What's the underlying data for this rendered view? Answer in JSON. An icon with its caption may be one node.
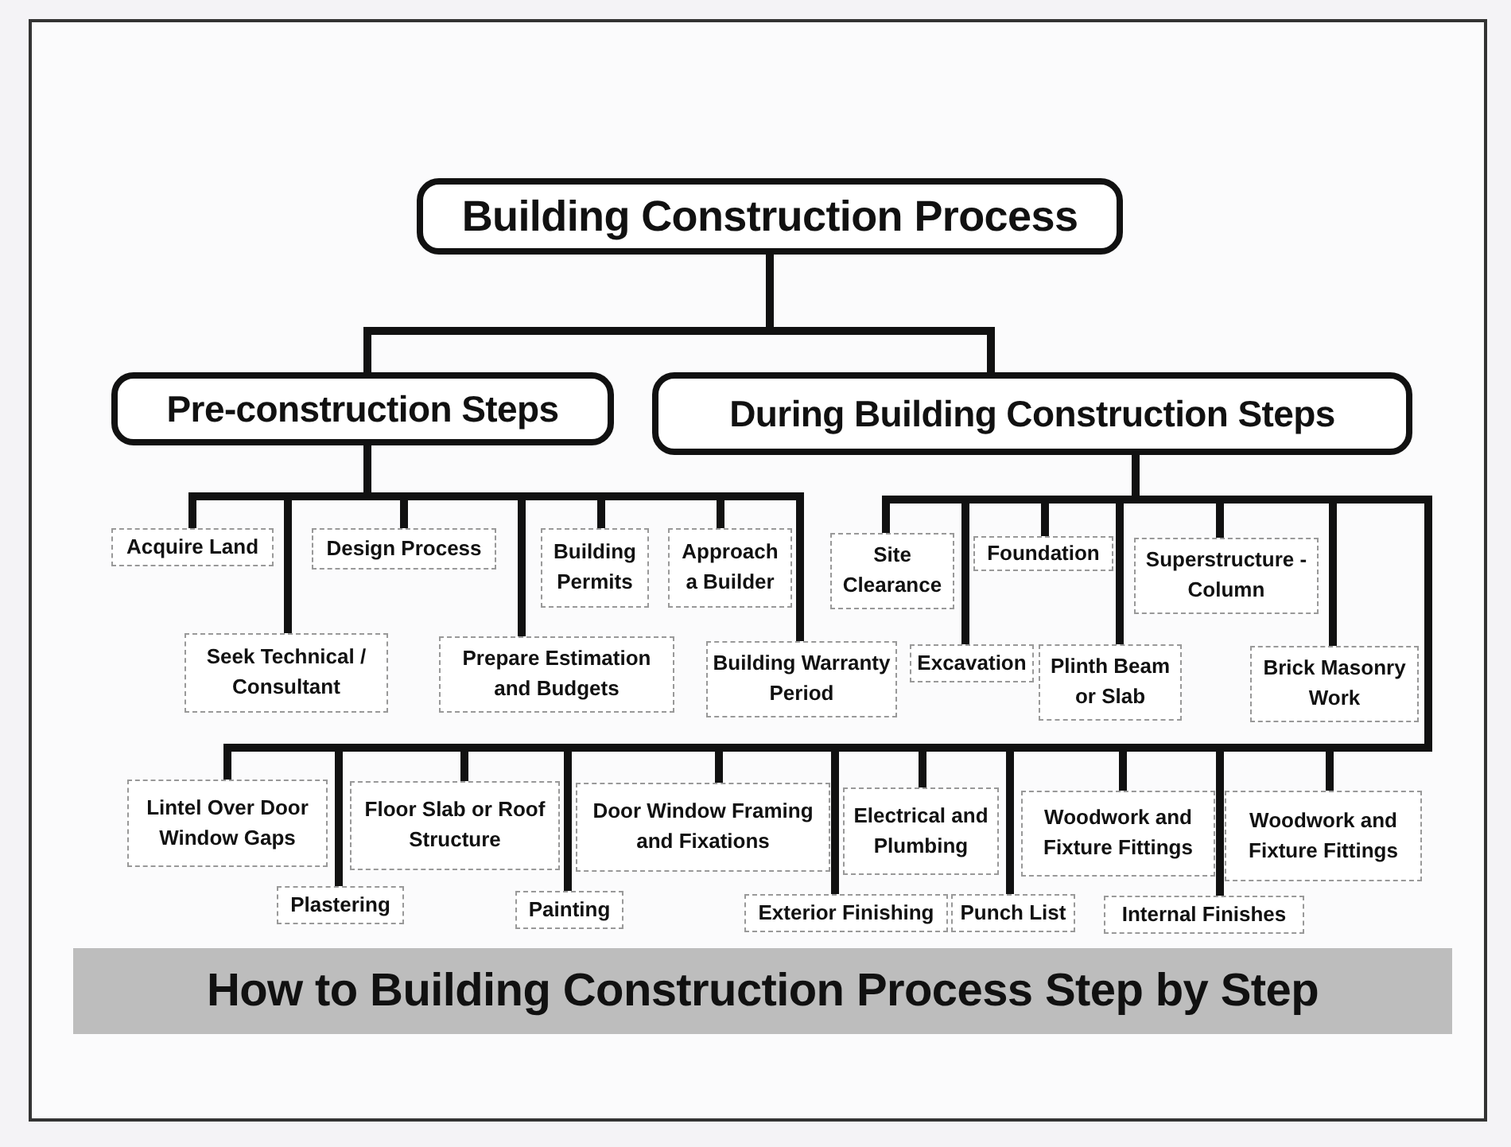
{
  "diagram": {
    "caption": "How to Building Construction Process Step by Step",
    "nodes": [
      {
        "text": [
          "Building Construction Process"
        ]
      },
      {
        "text": [
          "Pre-construction Steps"
        ]
      },
      {
        "text": [
          "During Building Construction Steps"
        ]
      },
      {
        "text": [
          "Acquire Land"
        ]
      },
      {
        "text": [
          "Seek Technical / Consultant"
        ]
      },
      {
        "text": [
          "Design Process"
        ]
      },
      {
        "text": [
          "Prepare Estimation and Budgets"
        ]
      },
      {
        "text": [
          "Building Permits"
        ]
      },
      {
        "text": [
          "Approach a Builder"
        ]
      },
      {
        "text": [
          "Building Warranty Period"
        ]
      },
      {
        "text": [
          "Site Clearance"
        ]
      },
      {
        "text": [
          "Excavation"
        ]
      },
      {
        "text": [
          "Foundation"
        ]
      },
      {
        "text": [
          "Plinth Beam or Slab"
        ]
      },
      {
        "text": [
          "Superstructure - Column"
        ]
      },
      {
        "text": [
          "Brick Masonry Work"
        ]
      },
      {
        "text": [
          "Lintel Over Door Window Gaps"
        ]
      },
      {
        "text": [
          "Plastering"
        ]
      },
      {
        "text": [
          "Floor Slab or Roof Structure"
        ]
      },
      {
        "text": [
          "Painting"
        ]
      },
      {
        "text": [
          "Door Window Framing and Fixations"
        ]
      },
      {
        "text": [
          "Exterior Finishing"
        ]
      },
      {
        "text": [
          "Electrical and Plumbing"
        ]
      },
      {
        "text": [
          "Punch List"
        ]
      },
      {
        "text": [
          "Woodwork and Fixture Fittings"
        ]
      },
      {
        "text": [
          "Internal Finishes"
        ]
      },
      {
        "text": [
          "Woodwork and Fixture Fittings"
        ]
      }
    ],
    "edges": [
      {
        "from": 0,
        "to": 1,
        "arrow": "none"
      },
      {
        "from": 0,
        "to": 2,
        "arrow": "none"
      },
      {
        "from": 1,
        "to": 3,
        "arrow": "none"
      },
      {
        "from": 1,
        "to": 4,
        "arrow": "none"
      },
      {
        "from": 1,
        "to": 5,
        "arrow": "none"
      },
      {
        "from": 1,
        "to": 6,
        "arrow": "none"
      },
      {
        "from": 1,
        "to": 7,
        "arrow": "none"
      },
      {
        "from": 1,
        "to": 8,
        "arrow": "none"
      },
      {
        "from": 1,
        "to": 9,
        "arrow": "none"
      },
      {
        "from": 2,
        "to": 10,
        "arrow": "none"
      },
      {
        "from": 2,
        "to": 11,
        "arrow": "none"
      },
      {
        "from": 2,
        "to": 12,
        "arrow": "none"
      },
      {
        "from": 2,
        "to": 13,
        "arrow": "none"
      },
      {
        "from": 2,
        "to": 14,
        "arrow": "none"
      },
      {
        "from": 2,
        "to": 15,
        "arrow": "none"
      },
      {
        "from": 2,
        "to": 16,
        "arrow": "none"
      },
      {
        "from": 2,
        "to": 17,
        "arrow": "none"
      },
      {
        "from": 2,
        "to": 18,
        "arrow": "none"
      },
      {
        "from": 2,
        "to": 19,
        "arrow": "none"
      },
      {
        "from": 2,
        "to": 20,
        "arrow": "none"
      },
      {
        "from": 2,
        "to": 21,
        "arrow": "none"
      },
      {
        "from": 2,
        "to": 22,
        "arrow": "none"
      },
      {
        "from": 2,
        "to": 23,
        "arrow": "none"
      },
      {
        "from": 2,
        "to": 24,
        "arrow": "none"
      },
      {
        "from": 2,
        "to": 25,
        "arrow": "none"
      },
      {
        "from": 2,
        "to": 26,
        "arrow": "none"
      }
    ]
  }
}
